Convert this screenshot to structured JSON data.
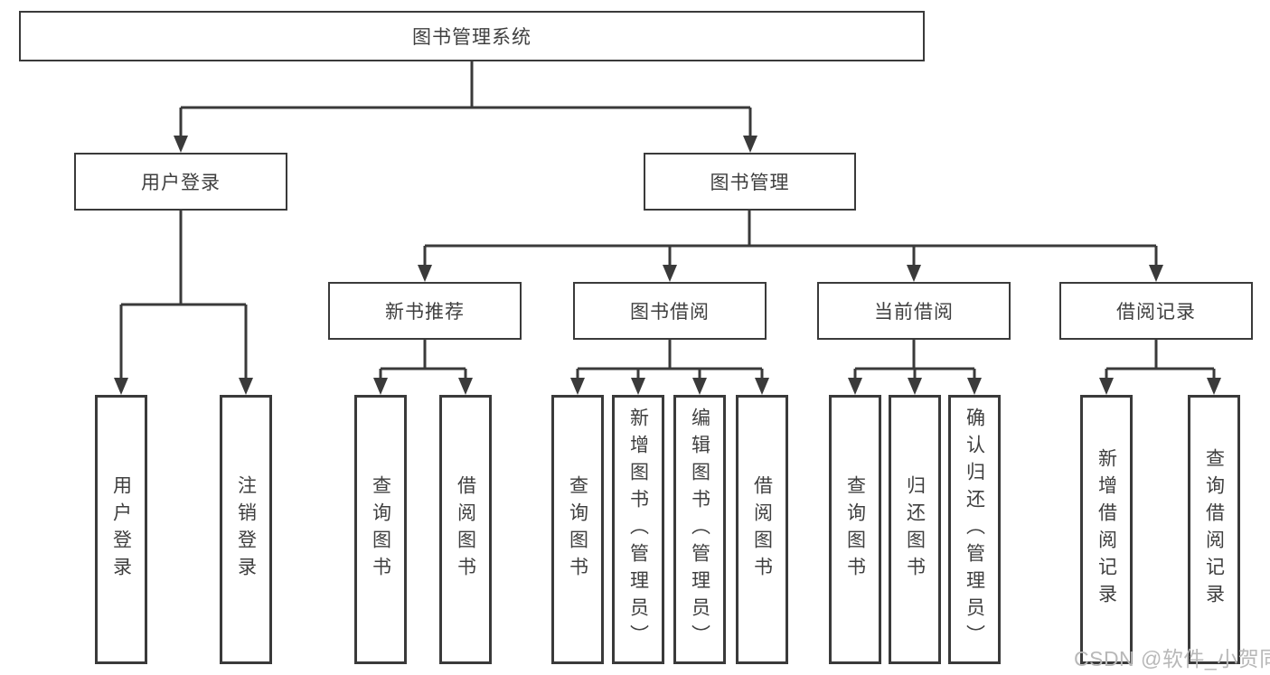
{
  "diagram": {
    "title": "图书管理系统",
    "watermark": "CSDN @软件_小贺同学",
    "root": {
      "label": "图书管理系统"
    },
    "branches": [
      {
        "label": "用户登录",
        "children": [
          "用户登录",
          "注销登录"
        ]
      },
      {
        "label": "图书管理",
        "groups": [
          {
            "label": "新书推荐",
            "children": [
              "查询图书",
              "借阅图书"
            ]
          },
          {
            "label": "图书借阅",
            "children": [
              "查询图书",
              "新增图书（管理员）",
              "编辑图书（管理员）",
              "借阅图书"
            ]
          },
          {
            "label": "当前借阅",
            "children": [
              "查询图书",
              "归还图书",
              "确认归还（管理员）"
            ]
          },
          {
            "label": "借阅记录",
            "children": [
              "新增借阅记录",
              "查询借阅记录"
            ]
          }
        ]
      }
    ],
    "colors": {
      "line": "#3a3a3a",
      "text": "#3f3f3f",
      "watermark": "#b8b8b8",
      "background": "#ffffff"
    }
  }
}
